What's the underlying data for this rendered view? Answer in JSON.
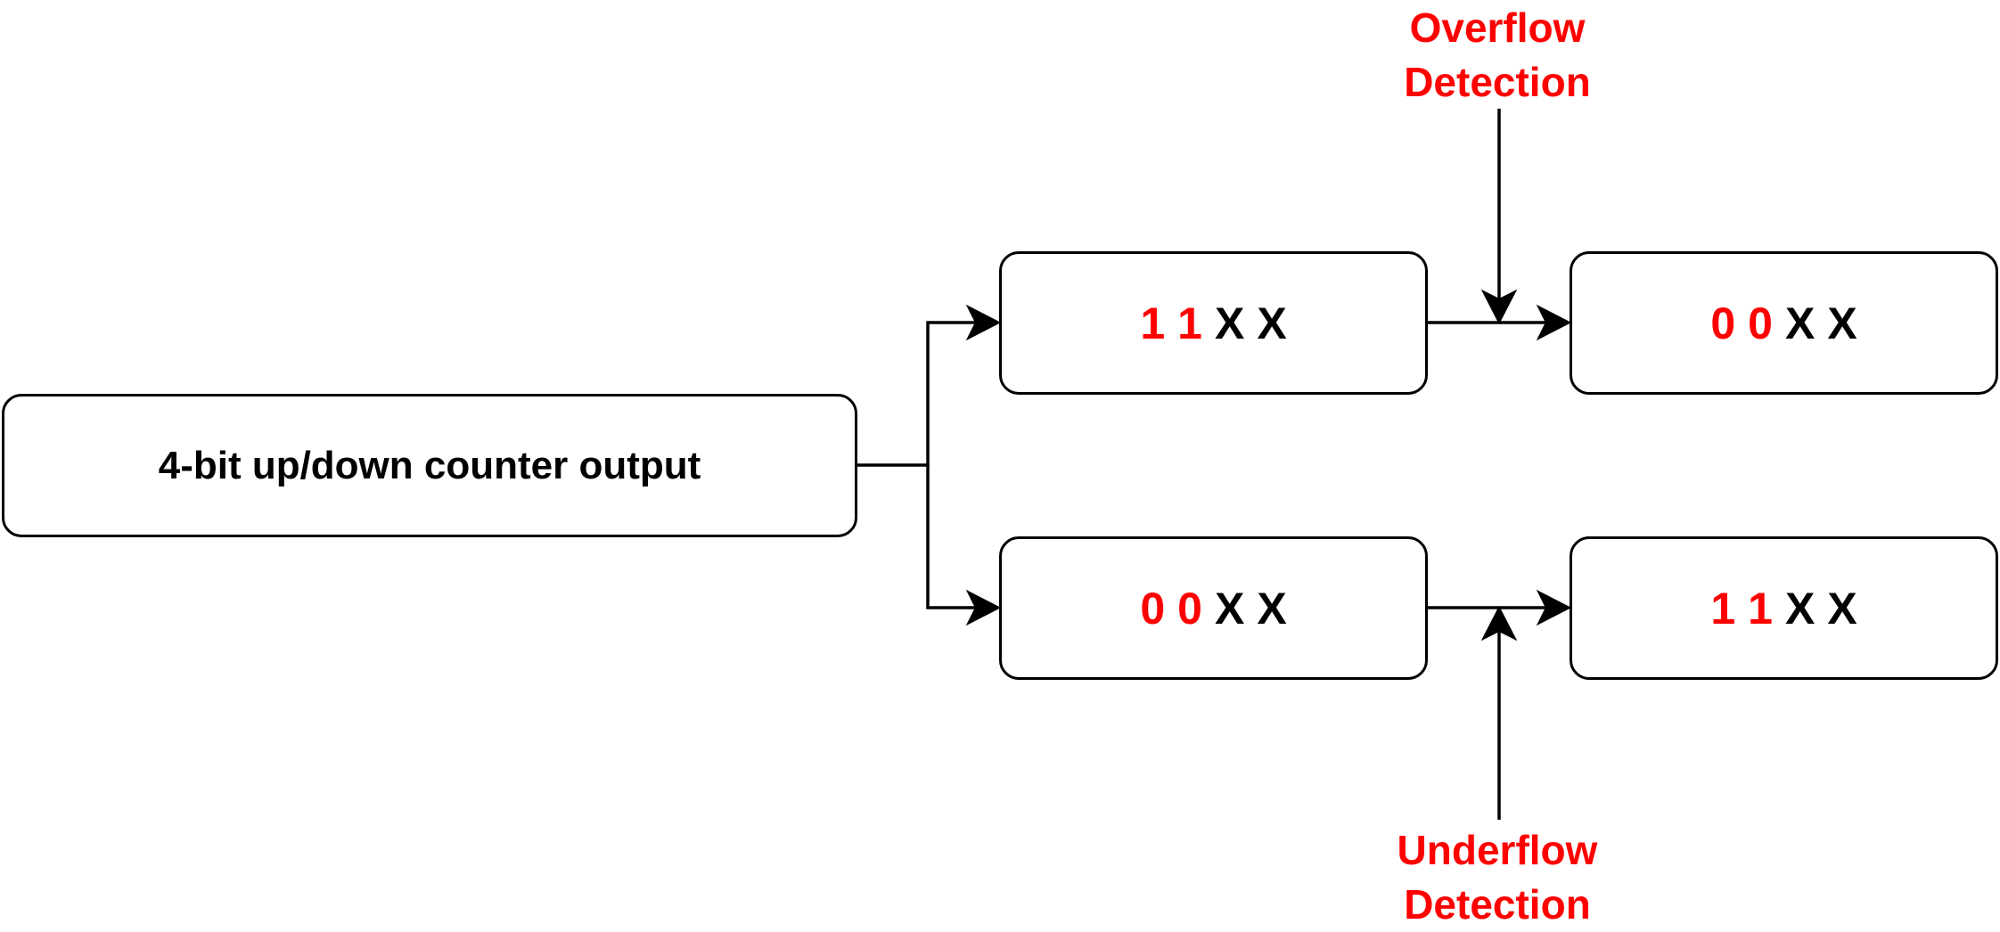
{
  "colors": {
    "flag_bits": "#ff0000",
    "dont_care_bits": "#000000",
    "callout_text": "#ff0000",
    "lines": "#000000"
  },
  "source": {
    "label": "4-bit up/down counter output"
  },
  "upper_path": {
    "before": {
      "flag_bits": [
        "1",
        "1"
      ],
      "dont_care_bits": [
        "X",
        "X"
      ]
    },
    "after": {
      "flag_bits": [
        "0",
        "0"
      ],
      "dont_care_bits": [
        "X",
        "X"
      ]
    },
    "callout": {
      "line1": "Overflow",
      "line2": "Detection"
    }
  },
  "lower_path": {
    "before": {
      "flag_bits": [
        "0",
        "0"
      ],
      "dont_care_bits": [
        "X",
        "X"
      ]
    },
    "after": {
      "flag_bits": [
        "1",
        "1"
      ],
      "dont_care_bits": [
        "X",
        "X"
      ]
    },
    "callout": {
      "line1": "Underflow",
      "line2": "Detection"
    }
  }
}
